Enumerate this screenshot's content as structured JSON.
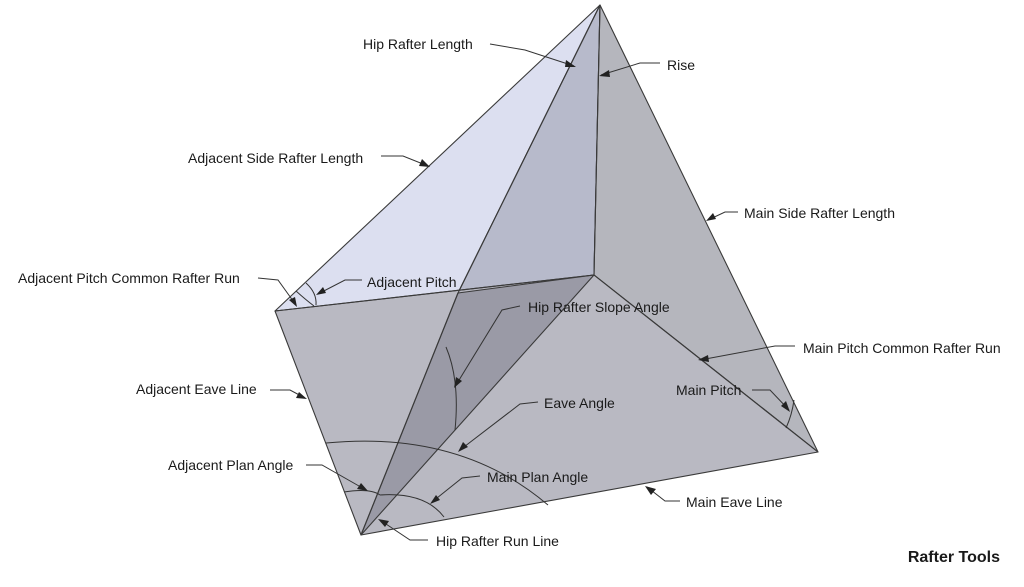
{
  "colors": {
    "adjacent_side_face": "#dcdff0",
    "hip_face_upper": "#b7bacb",
    "main_side_face": "#b5b6bd",
    "floor_face": "#b9b9c2",
    "hip_face_lower": "#9a9aa6",
    "edge": "#3a3a3a",
    "background": "#ffffff"
  },
  "labels": {
    "hip_rafter_length": "Hip Rafter Length",
    "rise": "Rise",
    "adjacent_side_rafter_length": "Adjacent Side Rafter Length",
    "main_side_rafter_length": "Main Side Rafter Length",
    "adjacent_pitch_common_rafter_run": "Adjacent Pitch Common Rafter Run",
    "adjacent_pitch": "Adjacent Pitch",
    "hip_rafter_slope_angle": "Hip Rafter Slope Angle",
    "main_pitch_common_rafter_run": "Main Pitch Common Rafter Run",
    "adjacent_eave_line": "Adjacent Eave Line",
    "eave_angle": "Eave Angle",
    "main_pitch": "Main Pitch",
    "adjacent_plan_angle": "Adjacent Plan Angle",
    "main_plan_angle": "Main Plan Angle",
    "main_eave_line": "Main Eave Line",
    "hip_rafter_run_line": "Hip Rafter Run Line"
  },
  "brand": "Rafter Tools"
}
